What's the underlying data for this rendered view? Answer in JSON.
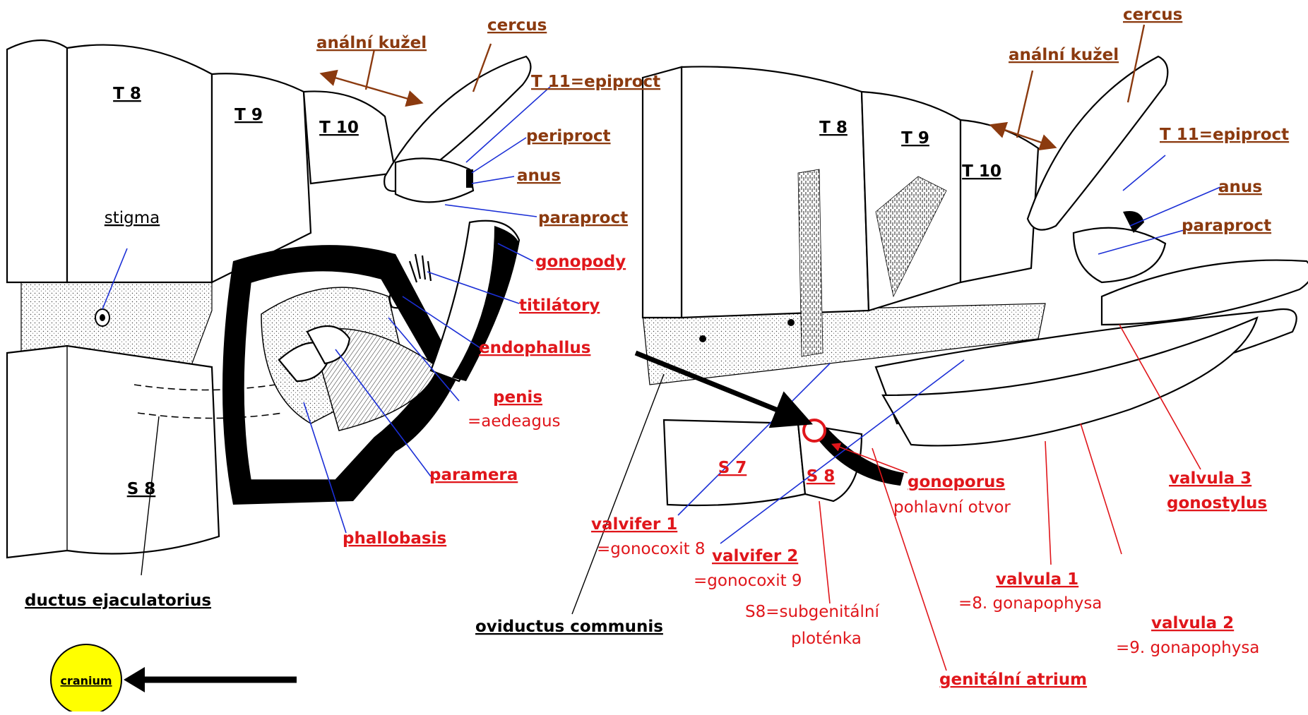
{
  "left": {
    "segments": [
      "T 8",
      "T 9",
      "T 10",
      "S 8"
    ],
    "labels": {
      "stigma": "stigma",
      "analni_kuzel": "anální kužel",
      "cercus": "cercus",
      "epiproct": "T 11=epiproct",
      "periproct": "periproct",
      "anus": "anus",
      "paraproct": "paraproct",
      "gonopody": "gonopody",
      "titilatory": "titilátory",
      "endophallus": "endophallus",
      "penis": "penis",
      "aedeagus": "=aedeagus",
      "paramera": "paramera",
      "phallobasis": "phallobasis",
      "ductus": "ductus ejaculatorius"
    },
    "cranium": "cranium"
  },
  "right": {
    "segments": [
      "T 8",
      "T 9",
      "T 10"
    ],
    "labels": {
      "cercus": "cercus",
      "analni_kuzel": "anální kužel",
      "epiproct": "T 11=epiproct",
      "anus": "anus",
      "paraproct": "paraproct",
      "s7": "S 7",
      "s8": "S 8",
      "gonoporus": "gonoporus",
      "pohlavni_otvor": "pohlavní otvor",
      "valvifer1": "valvifer 1",
      "gonocoxit8": "=gonocoxit 8",
      "valvifer2": "valvifer 2",
      "gonocoxit9": "=gonocoxit 9",
      "subgenitalni_1": "S8=subgenitální",
      "subgenitalni_2": "ploténka",
      "valvula1": "valvula 1",
      "gonapophysa8": "=8. gonapophysa",
      "valvula2": "valvula 2",
      "gonapophysa9": "=9. gonapophysa",
      "valvula3": "valvula 3",
      "gonostylus": " gonostylus",
      "atrium": "genitální atrium",
      "oviductus": "oviductus communis"
    }
  },
  "colors": {
    "brown_label": "#8b3a0f",
    "red_label": "#e0161b",
    "blue_leader": "#1b2fd6",
    "cranium_fill": "#ffff00"
  }
}
